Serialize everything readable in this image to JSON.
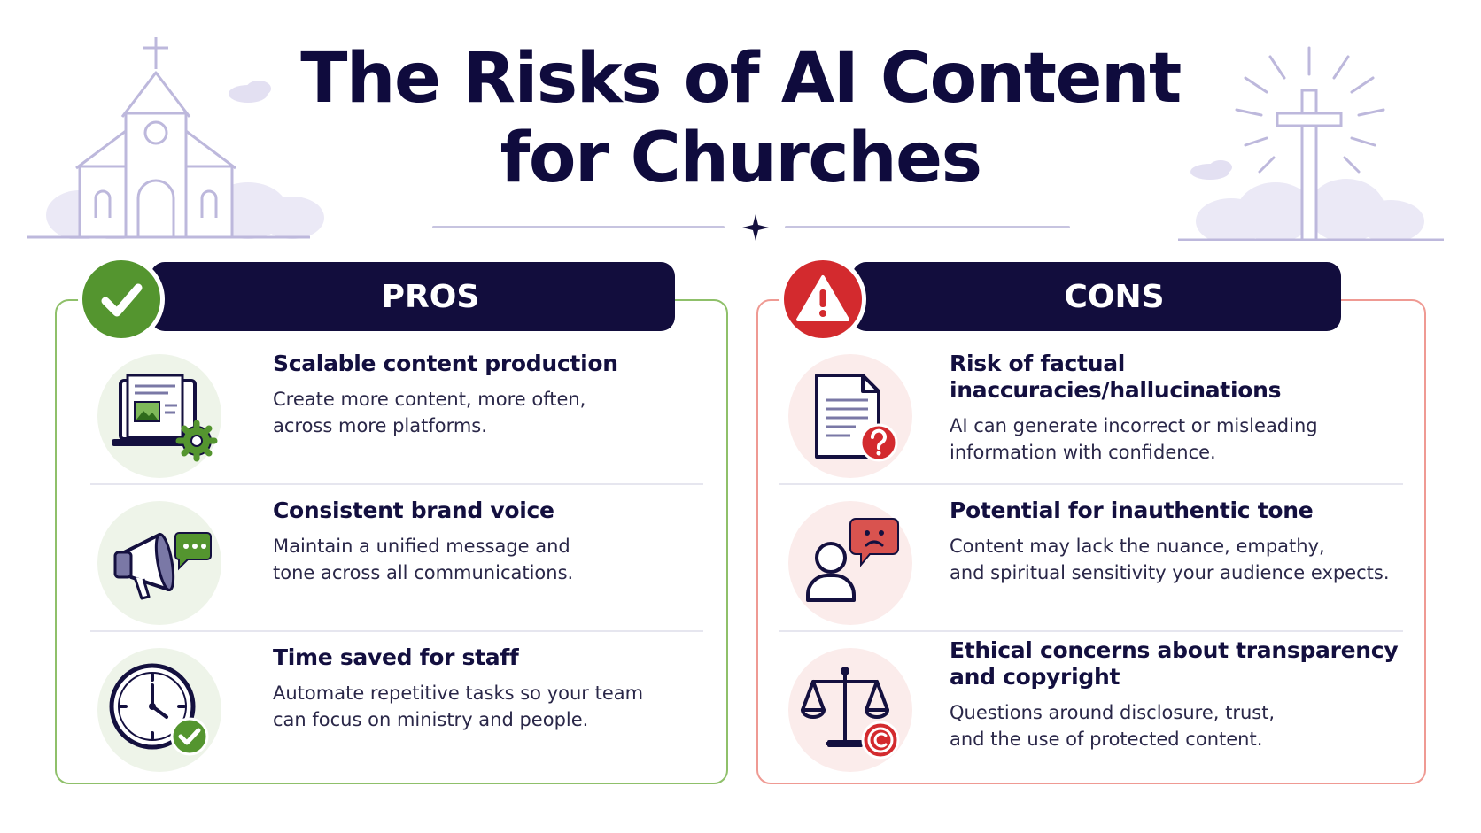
{
  "title": {
    "line1": "The Risks of AI Content",
    "line2": "for Churches"
  },
  "pros": {
    "label": "PROS",
    "badge_icon": "checkmark-icon",
    "accent": "#54952f",
    "items": [
      {
        "icon": "laptop-content-gear-icon",
        "heading": "Scalable content production",
        "line1": "Create more content, more often,",
        "line2": "across more platforms."
      },
      {
        "icon": "megaphone-chat-icon",
        "heading": "Consistent brand voice",
        "line1": "Maintain a unified message and",
        "line2": "tone across all communications."
      },
      {
        "icon": "clock-check-icon",
        "heading": "Time saved for staff",
        "line1": "Automate repetitive tasks so your team",
        "line2": "can focus on ministry and people."
      }
    ]
  },
  "cons": {
    "label": "CONS",
    "badge_icon": "warning-triangle-icon",
    "accent": "#d32a2e",
    "items": [
      {
        "icon": "document-question-icon",
        "heading": "Risk of factual inaccuracies/hallucinations",
        "line1": "AI can generate incorrect or misleading",
        "line2": "information with confidence."
      },
      {
        "icon": "person-sad-chat-icon",
        "heading": "Potential for inauthentic tone",
        "line1": "Content may lack the nuance, empathy,",
        "line2": "and spiritual sensitivity your audience expects."
      },
      {
        "icon": "scales-copyright-icon",
        "heading_line1": "Ethical concerns about transparency",
        "heading_line2": "and copyright",
        "line1": "Questions around disclosure, trust,",
        "line2": "and the use of protected content."
      }
    ]
  },
  "colors": {
    "navy": "#120d3d",
    "pros_border": "#8fc06a",
    "cons_border": "#ef9a93",
    "decor": "#c7c4e0"
  }
}
